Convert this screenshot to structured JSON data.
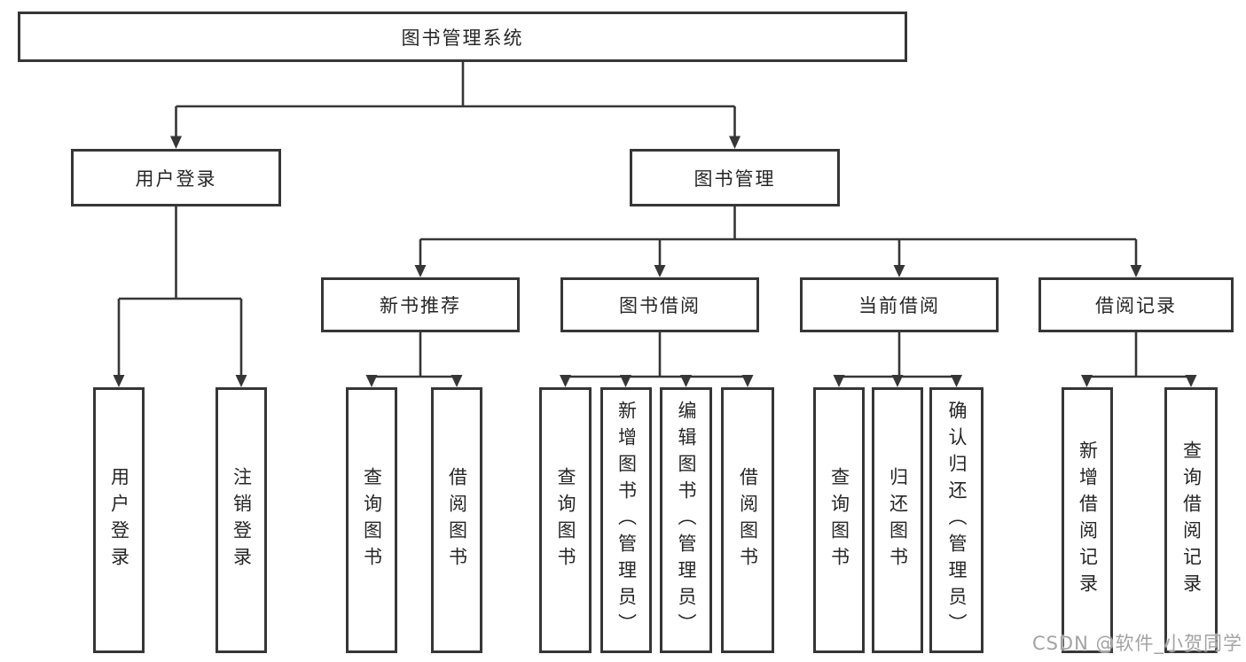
{
  "nodes": {
    "root": "图书管理系统",
    "userLogin": "用户登录",
    "bookMgmt": "图书管理",
    "newBookRec": "新书推荐",
    "bookBorrow": "图书借阅",
    "currentBorrow": "当前借阅",
    "borrowRecords": "借阅记录",
    "leafUserLogin": "用户登录",
    "leafLogout": "注销登录",
    "leafRecQuery": "查询图书",
    "leafRecBorrow": "借阅图书",
    "leafBorrowQuery": "查询图书",
    "leafBorrowAdd": "新增图书（管理员）",
    "leafBorrowEdit": "编辑图书（管理员）",
    "leafBorrowLend": "借阅图书",
    "leafCurQuery": "查询图书",
    "leafCurReturn": "归还图书",
    "leafCurConfirm": "确认归还（管理员）",
    "leafRecordAdd": "新增借阅记录",
    "leafRecordQuery": "查询借阅记录"
  },
  "watermark": "CSDN @软件_小贺同学",
  "colors": {
    "line": "#363636",
    "text": "#262626",
    "watermark": "#a3a3a3",
    "background": "#ffffff"
  }
}
